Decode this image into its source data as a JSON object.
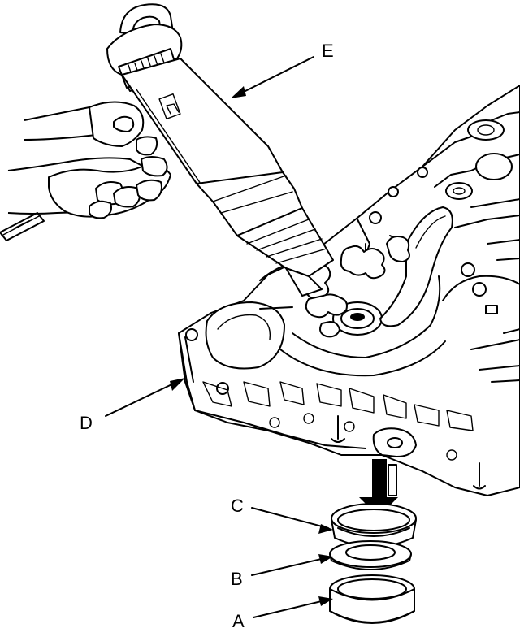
{
  "labels": {
    "A": "A",
    "B": "B",
    "C": "C",
    "D": "D",
    "E": "E"
  }
}
